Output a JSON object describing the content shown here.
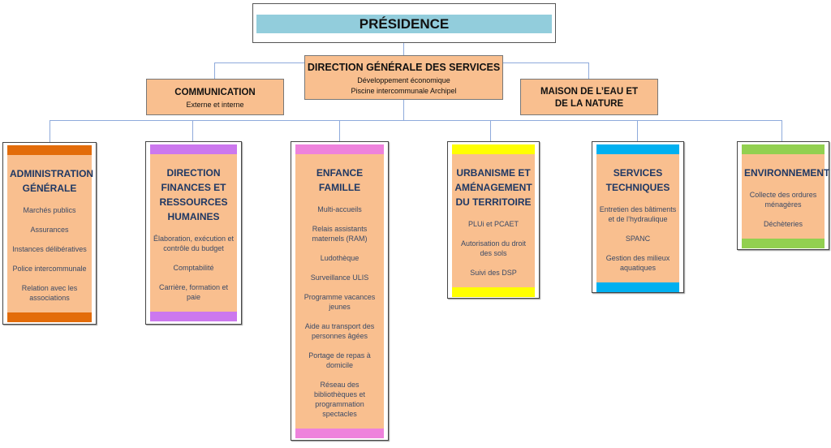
{
  "presidence": "PRÉSIDENCE",
  "dgs": {
    "title": "DIRECTION GÉNÉRALE DES SERVICES",
    "lines": [
      "Développement économique",
      "Piscine intercommunale Archipel"
    ]
  },
  "communication": {
    "title": "COMMUNICATION",
    "sub": "Externe et interne"
  },
  "maison": {
    "title": "MAISON DE L’EAU ET DE LA NATURE"
  },
  "columns": [
    {
      "title": "ADMINISTRATION GÉNÉRALE",
      "color": "#e36c0a",
      "items": [
        "Marchés publics",
        "Assurances",
        "Instances délibératives",
        "Police intercommunale",
        "Relation avec les associations"
      ]
    },
    {
      "title": "DIRECTION FINANCES ET RESSOURCES HUMAINES",
      "color": "#cc78ee",
      "items": [
        "Élaboration, exécution et contrôle du budget",
        "Comptabilité",
        "Carrière, formation et paie"
      ]
    },
    {
      "title": "ENFANCE FAMILLE",
      "color": "#ee82dc",
      "items": [
        "Multi-accueils",
        "Relais assistants maternels (RAM)",
        "Ludothèque",
        "Surveillance ULIS",
        "Programme vacances jeunes",
        "Aide au transport des personnes âgées",
        "Portage de repas à domicile",
        "Réseau des bibliothèques et programmation spectacles"
      ]
    },
    {
      "title": "URBANISME ET AMÉNAGEMENT DU TERRITOIRE",
      "color": "#ffff00",
      "items": [
        "PLUi et PCAET",
        "Autorisation du droit des sols",
        "Suivi des DSP"
      ]
    },
    {
      "title": "SERVICES TECHNIQUES",
      "color": "#00b0f0",
      "items": [
        "Entretien des bâtiments et de l’hydraulique",
        "SPANC",
        "Gestion des milieux aquatiques"
      ]
    },
    {
      "title": "ENVIRONNEMENT",
      "color": "#92d050",
      "items": [
        "Collecte des ordures ménagères",
        "Déchèteries"
      ]
    }
  ]
}
